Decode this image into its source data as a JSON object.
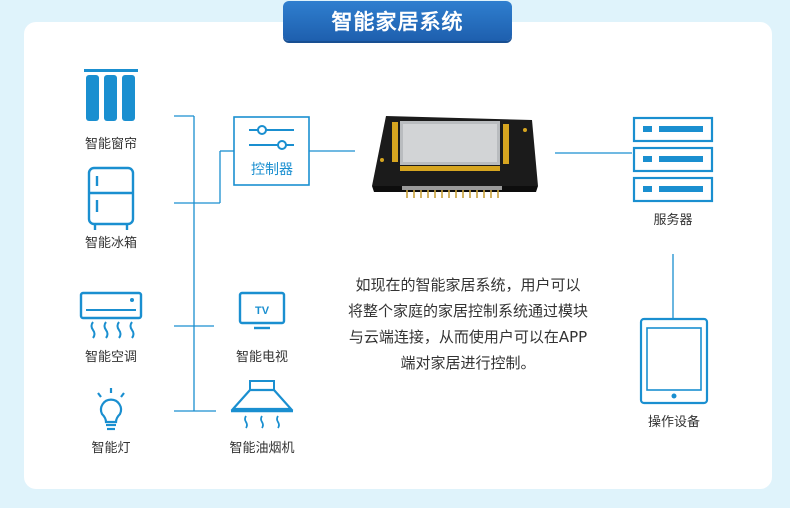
{
  "title": "智能家居系统",
  "colors": {
    "accent": "#1a8fd0",
    "title_bg": "#2268b8",
    "line": "#1a8fd0",
    "background": "#dff3fb"
  },
  "devices": {
    "curtain": {
      "label": "智能窗帘",
      "icon": "curtain-icon"
    },
    "fridge": {
      "label": "智能冰箱",
      "icon": "fridge-icon"
    },
    "ac": {
      "label": "智能空调",
      "icon": "air-conditioner-icon"
    },
    "lamp": {
      "label": "智能灯",
      "icon": "light-bulb-icon"
    },
    "tv": {
      "label": "智能电视",
      "icon": "tv-icon",
      "badge": "TV"
    },
    "hood": {
      "label": "智能油烟机",
      "icon": "range-hood-icon"
    }
  },
  "controller": {
    "label": "控制器",
    "icon": "slider-controls-icon"
  },
  "module": {
    "icon": "wifi-module-board-icon"
  },
  "server": {
    "label": "服务器",
    "icon": "server-rack-icon"
  },
  "terminal": {
    "label": "操作设备",
    "icon": "tablet-icon"
  },
  "description": [
    "如现在的智能家居系统，用户可以",
    "将整个家庭的家居控制系统通过模块",
    "与云端连接，从而使用户可以在APP",
    "端对家居进行控制。"
  ]
}
